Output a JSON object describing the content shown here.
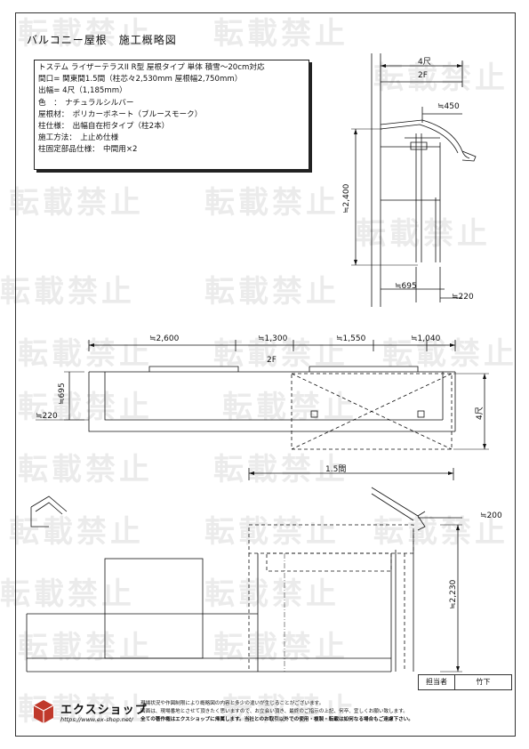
{
  "title": "バルコニー屋根　施工概略図",
  "spec": [
    "トステム ライザーテラスII R型 屋根タイプ 単体 積雪～20cm対応",
    "間口= 関東間1.5間（柱芯々2,530mm  屋根幅2,750mm）",
    "出幅= 4尺（1,185mm）",
    "色　：　ナチュラルシルバー",
    "屋根材：　ポリカーボネート（ブルースモーク）",
    "柱仕様：　出幅自在桁タイプ（柱2本）",
    "施工方法：　上止め仕様",
    "柱固定部品仕様：　中間用×2"
  ],
  "section_dims": {
    "top": "4尺",
    "floor": "2F",
    "eave": "≒450",
    "height": "≒2,400",
    "base": "≒695",
    "post_offset": "≒220"
  },
  "plan_dims": {
    "d1": "≒2,600",
    "d2": "≒1,300",
    "d3": "≒1,550",
    "d4": "≒1,040",
    "floor": "2F",
    "depth": "≒695",
    "offset": "≒220",
    "projection": "4尺",
    "width": "1.5間"
  },
  "elev_dims": {
    "eave": "≒200",
    "height": "≒2,230"
  },
  "watermark": "転載禁止",
  "signature": {
    "label": "担当者",
    "name": "竹下"
  },
  "footer": {
    "brand": "エクスショップ",
    "url": "https://www.ex-shop.net/",
    "notes": [
      "現場状況や作図制限により概略図の内容と多少の違いが生じることがございます。",
      "図面は、現場番地とさせて頂きたく思いますので、お立会い頂き、最終のご指示の上記、何卒、宜しくお願い致します。",
      "全ての著作権はエクスショップに帰属します。当社とのお取引以外での使用・複製・転載は如何なる場合もご遠慮下さい。"
    ]
  }
}
